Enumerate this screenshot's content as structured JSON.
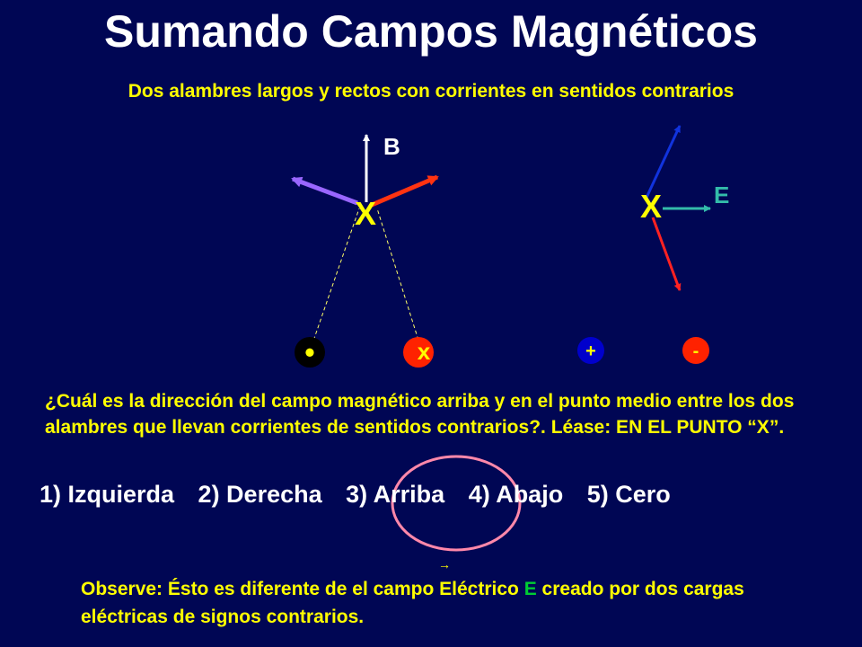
{
  "title": "Sumando Campos Magnéticos",
  "subtitle": "Dos alambres largos y rectos con corrientes en sentidos contrarios",
  "diagram": {
    "label_b": "B",
    "label_e": "E",
    "point_label": "X",
    "wire_left_symbol": "•",
    "wire_right_symbol": "x",
    "charge_positive": "+",
    "charge_negative": "-",
    "colors": {
      "b_arrow": "#ffffff",
      "left_field": "#9966ff",
      "right_field": "#ff3311",
      "e_field": "#33bbaa",
      "positive_field": "#1133dd",
      "negative_field": "#ff2222",
      "point_x": "#ffff00",
      "wire_right": "#ff2200",
      "charge_positive_fill": "#0000cc",
      "charge_negative_fill": "#ff2200"
    }
  },
  "question": "¿Cuál es la dirección del campo magnético arriba y en el punto medio entre los dos alambres que llevan corrientes de sentidos contrarios?. Léase: EN EL PUNTO “X”.",
  "options": [
    "1) Izquierda",
    "2) Derecha",
    "3) Arriba",
    "4) Abajo",
    "5) Cero"
  ],
  "vector_arrow": "→",
  "observe": {
    "prefix": "Observe: Ésto es diferente de el campo Eléctrico ",
    "e": "E",
    "suffix": " creado por dos cargas eléctricas de signos contrarios."
  }
}
